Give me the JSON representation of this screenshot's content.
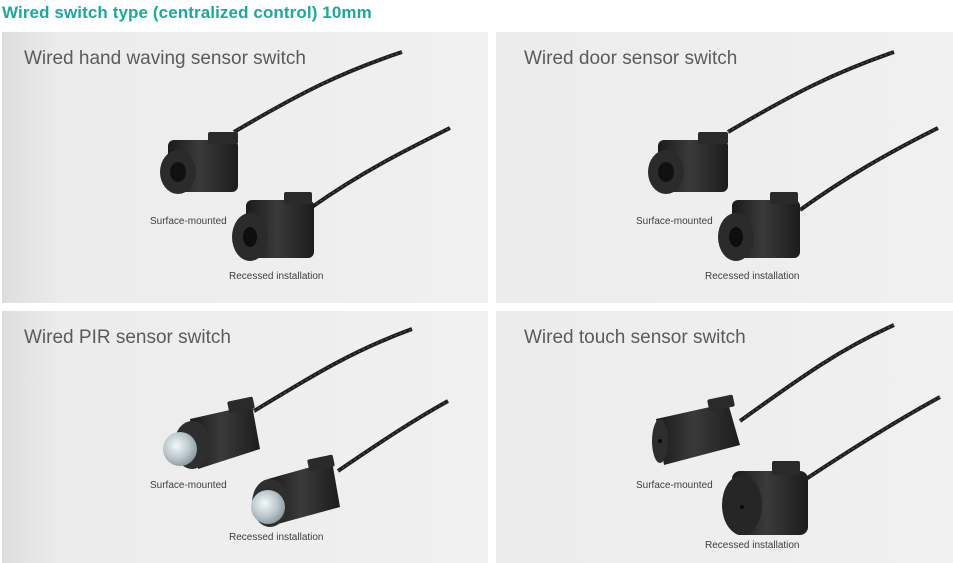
{
  "title": "Wired switch type (centralized control) 10mm",
  "panels": {
    "hand_waving": {
      "title": "Wired hand waving sensor switch",
      "caption_surface": "Surface-mounted",
      "caption_recessed": "Recessed installation"
    },
    "door": {
      "title": "Wired door sensor switch",
      "caption_surface": "Surface-mounted",
      "caption_recessed": "Recessed installation"
    },
    "pir": {
      "title": "Wired PIR sensor switch",
      "caption_surface": "Surface-mounted",
      "caption_recessed": "Recessed installation"
    },
    "touch": {
      "title": "Wired touch sensor switch",
      "caption_surface": "Surface-mounted",
      "caption_recessed": "Recessed installation"
    }
  },
  "colors": {
    "title_teal": "#1ba8a0",
    "panel_bg": "#f0f0f0",
    "device_black": "#262626",
    "text_gray": "#5b5b5b"
  }
}
